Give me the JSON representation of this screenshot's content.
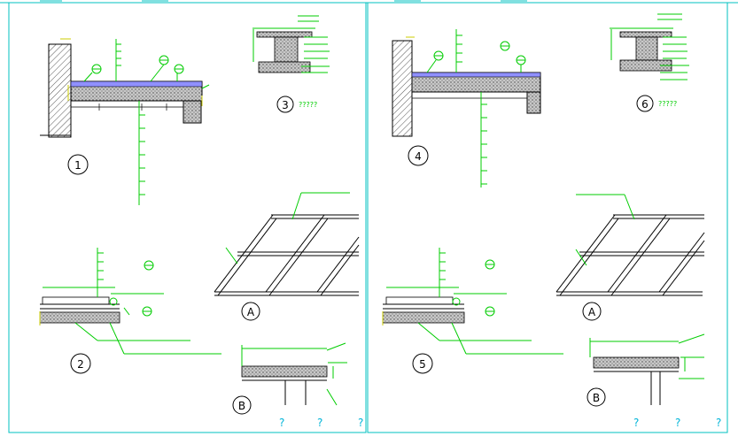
{
  "colors": {
    "background": "#ffffff",
    "frame": "#00c0c0",
    "green": "#00cc00",
    "line": "#000000",
    "gray": "#808080",
    "blue": "#0000ff",
    "yellow": "#ffff00",
    "cyan": "#00b4d8"
  },
  "sheets": [
    {
      "id": "left",
      "callouts": [
        "1",
        "2",
        "3",
        "A",
        "B"
      ],
      "detail3_caption": "?????",
      "footer_marks": [
        "?",
        "?",
        "?"
      ]
    },
    {
      "id": "right",
      "callouts": [
        "4",
        "5",
        "6",
        "A",
        "B"
      ],
      "detail6_caption": "?????",
      "footer_marks": [
        "?",
        "?",
        "?"
      ]
    }
  ]
}
